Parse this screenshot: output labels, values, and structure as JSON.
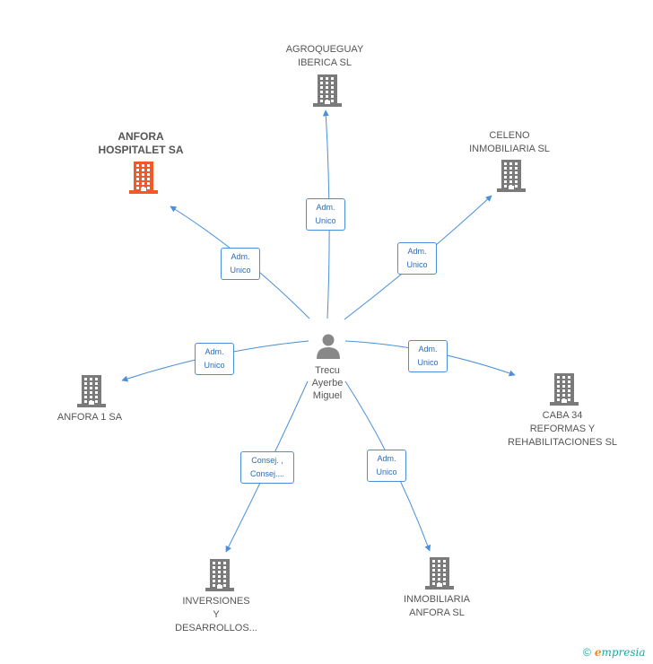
{
  "center": {
    "name_lines": [
      "Trecu",
      "Ayerbe",
      "Miguel"
    ]
  },
  "nodes": [
    {
      "id": "agroqueguay",
      "lines": [
        "AGROQUEGUAY",
        "IBERICA SL"
      ],
      "highlight": false
    },
    {
      "id": "anfora-hospitalet",
      "lines": [
        "ANFORA",
        "HOSPITALET SA"
      ],
      "highlight": true
    },
    {
      "id": "celeno",
      "lines": [
        "CELENO",
        "INMOBILIARIA SL"
      ],
      "highlight": false
    },
    {
      "id": "anfora-1",
      "lines": [
        "ANFORA 1 SA"
      ],
      "highlight": false
    },
    {
      "id": "caba-34",
      "lines": [
        "CABA 34",
        "REFORMAS Y",
        "REHABILITACIONES SL"
      ],
      "highlight": false
    },
    {
      "id": "inversiones",
      "lines": [
        "INVERSIONES",
        "Y",
        "DESARROLLOS..."
      ],
      "highlight": false
    },
    {
      "id": "inmobiliaria-anfora",
      "lines": [
        "INMOBILIARIA",
        "ANFORA SL"
      ],
      "highlight": false
    }
  ],
  "edges": [
    {
      "to": "agroqueguay",
      "lines": [
        "Adm.",
        "Unico"
      ]
    },
    {
      "to": "anfora-hospitalet",
      "lines": [
        "Adm.",
        "Unico"
      ]
    },
    {
      "to": "celeno",
      "lines": [
        "Adm.",
        "Unico"
      ]
    },
    {
      "to": "anfora-1",
      "lines": [
        "Adm.",
        "Unico"
      ]
    },
    {
      "to": "caba-34",
      "lines": [
        "Adm.",
        "Unico"
      ]
    },
    {
      "to": "inversiones",
      "lines": [
        "Consej. ,",
        "Consej...."
      ]
    },
    {
      "to": "inmobiliaria-anfora",
      "lines": [
        "Adm.",
        "Unico"
      ]
    }
  ],
  "colors": {
    "building": "#7a7a7a",
    "highlight": "#f05a28",
    "edge": "#4a8fd9",
    "person": "#888888"
  },
  "footer": {
    "copyright": "©",
    "brand_initial": "e",
    "brand_rest": "mpresia"
  }
}
